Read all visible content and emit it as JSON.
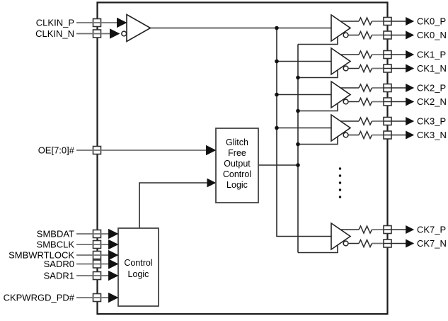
{
  "colors": {
    "line": "#2b2b2b",
    "connector": "#6e6e6e",
    "border": "#1c1c1c",
    "background": "#ffffff",
    "text": "#000000"
  },
  "pins": {
    "clkin_p": "CLKIN_P",
    "clkin_n": "CLKIN_N",
    "oe": "OE[7:0]#",
    "smbdat": "SMBDAT",
    "smbclk": "SMBCLK",
    "smbwrtlock": "SMBWRTLOCK",
    "sadr0": "SADR0",
    "sadr1": "SADR1",
    "ckpwrgd": "CKPWRGD_PD#"
  },
  "outputs": [
    {
      "p": "CK0_P",
      "n": "CK0_N"
    },
    {
      "p": "CK1_P",
      "n": "CK1_N"
    },
    {
      "p": "CK2_P",
      "n": "CK2_N"
    },
    {
      "p": "CK3_P",
      "n": "CK3_N"
    },
    {
      "p": "CK7_P",
      "n": "CK7_N"
    }
  ],
  "blocks": {
    "glitch_lines": [
      "Glitch",
      "Free",
      "Output",
      "Control",
      "Logic"
    ],
    "control_lines": [
      "Control",
      "Logic"
    ]
  }
}
